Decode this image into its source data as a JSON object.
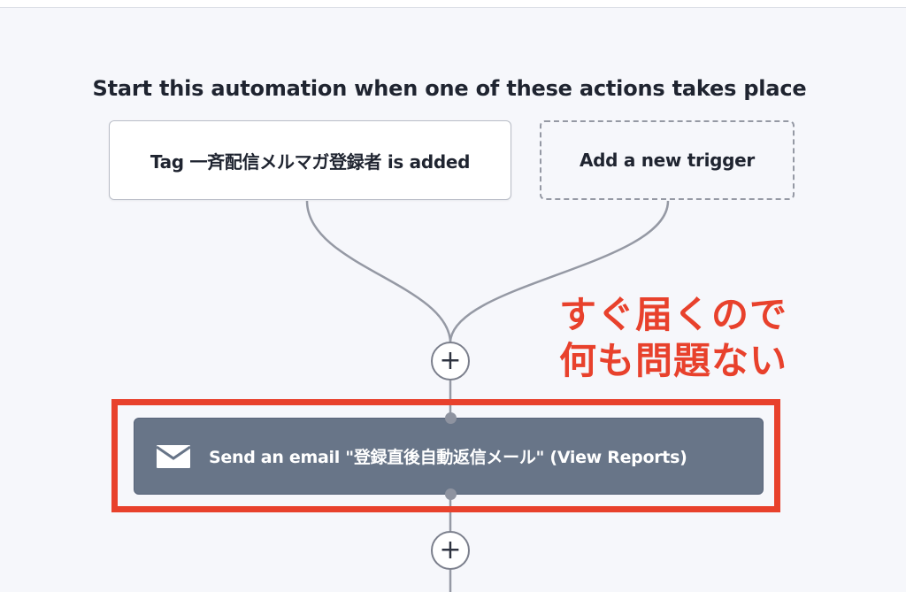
{
  "heading": "Start this automation when one of these actions takes place",
  "triggers": [
    {
      "label": "Tag 一斉配信メルマガ登録者 is added"
    },
    {
      "label": "Add a new trigger"
    }
  ],
  "add_step_symbol": "+",
  "annotation": {
    "line1": "すぐ届くので",
    "line2": "何も問題ない",
    "color": "#e8412c"
  },
  "action": {
    "icon": "envelope-icon",
    "label": "Send an email \"登録直後自動返信メール\" (View Reports)"
  },
  "colors": {
    "background": "#f6f7fb",
    "action_card": "#687588",
    "highlight": "#e8412c",
    "connector": "#9599a4"
  }
}
